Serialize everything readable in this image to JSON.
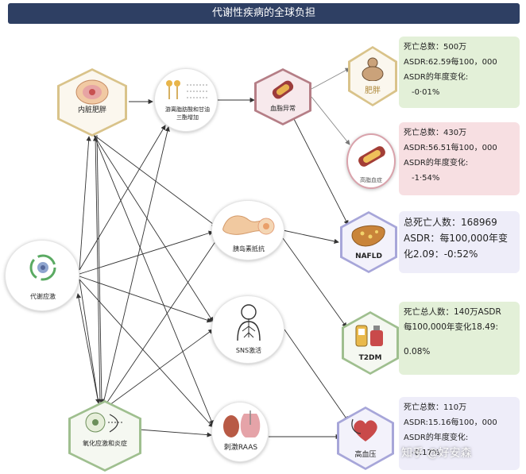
{
  "title": "代谢性疾病的全球负担",
  "nodes": {
    "metabolic_stress": "代谢应激",
    "visceral_obesity": "内脏肥胖",
    "ffa_tg": "游离脂肪酸和甘油三酯增加",
    "dyslipidemia": "血脂异常",
    "insulin_resistance": "胰岛素抵抗",
    "sns": "SNS激活",
    "oxidative": "氧化应激和炎症",
    "raas": "刺激RAAS"
  },
  "outcomes": {
    "obesity": {
      "label": "肥胖",
      "card": [
        "死亡总数：500万",
        "ASDR:62.59每100，000",
        "ASDR的年度变化:",
        "-0·01%"
      ]
    },
    "hyperlipidemia": {
      "label": "高脂血症",
      "card": [
        "死亡总数：430万",
        "ASDR:56.51每100，000",
        "ASDR的年度变化:",
        "-1·54%"
      ]
    },
    "nafld": {
      "label": "NAFLD",
      "card": [
        "总死亡人数：168969",
        "ASDR：每100,000年变",
        "化2.09：-0:52%"
      ]
    },
    "t2dm": {
      "label": "T2DM",
      "card": [
        "死亡总人数：140万ASDR",
        "每100,000年变化18.49:",
        "0.08%"
      ]
    },
    "hypertension": {
      "label": "高血压",
      "card": [
        "死亡总数：110万",
        "ASDR:15.16每100，000",
        "ASDR的年度变化:",
        "-0.17%"
      ]
    }
  },
  "watermark": "知乎 @好安森",
  "colors": {
    "title_bg": "#2e3f63",
    "card_green": "#e3f0d8",
    "card_pink": "#f7dfe2",
    "card_lavender": "#eeedf9",
    "hex_border": "#d9c38a"
  }
}
